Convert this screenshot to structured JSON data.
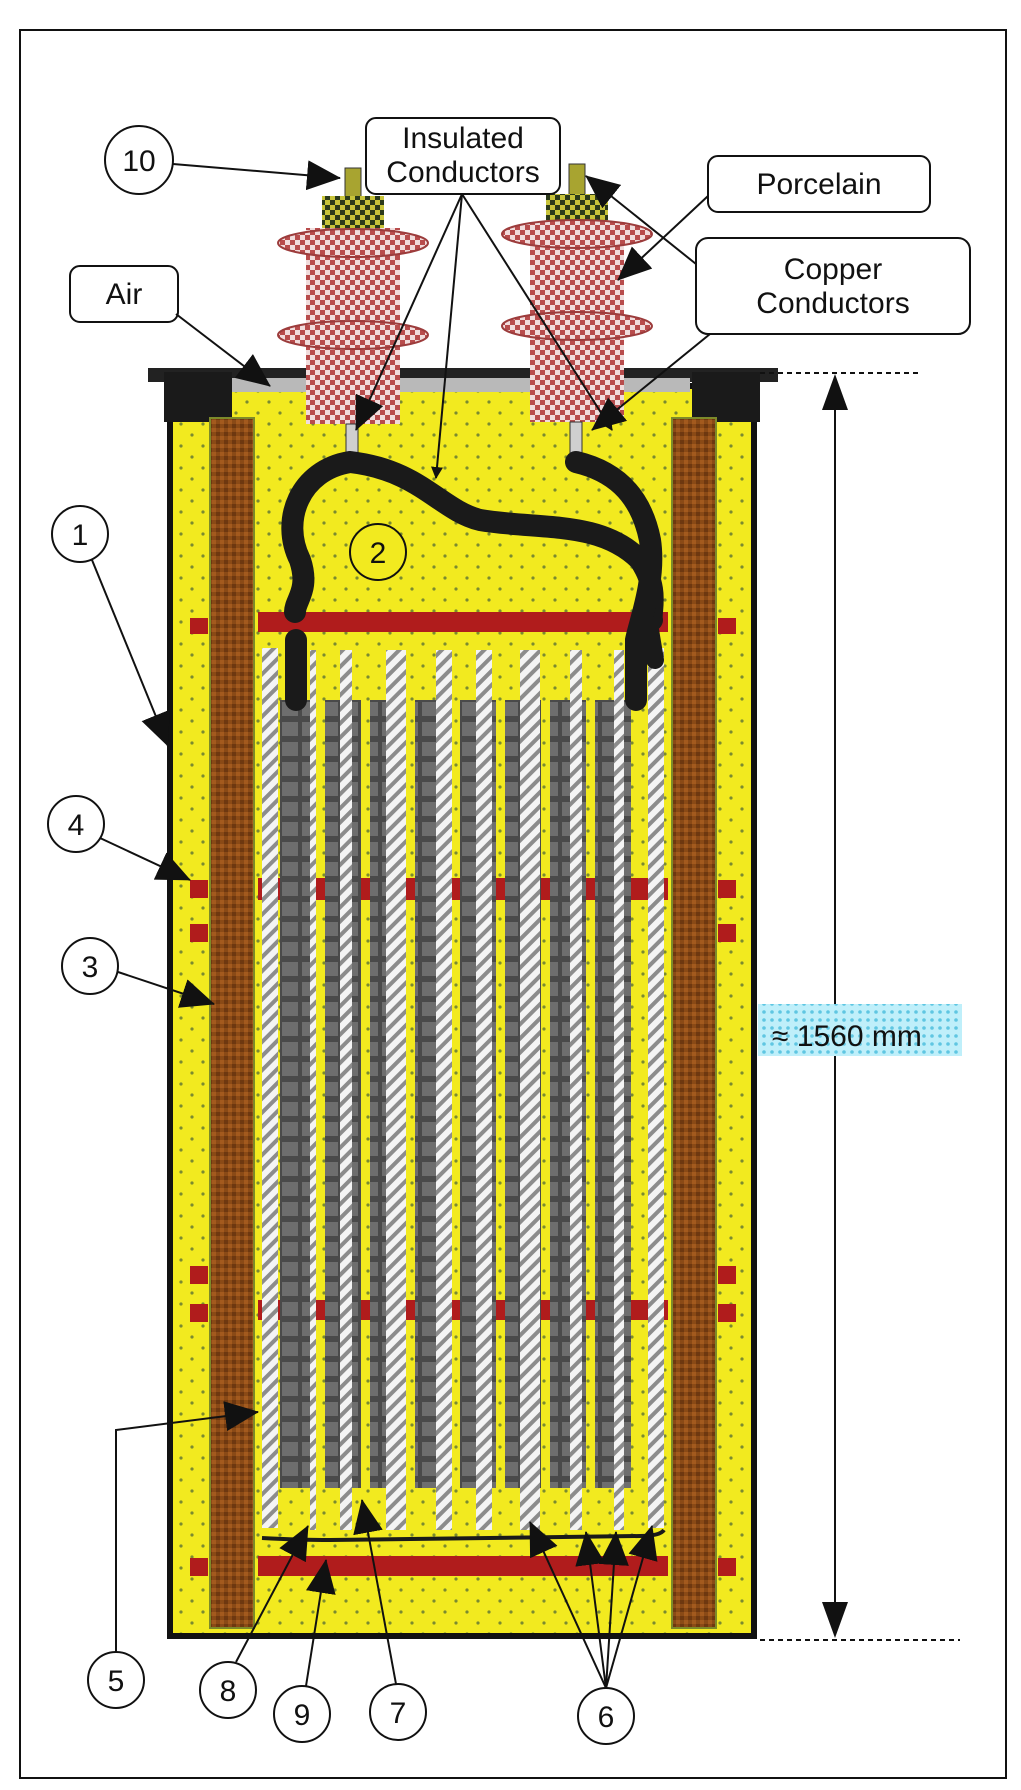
{
  "labels": {
    "insulated_conductors_line1": "Insulated",
    "insulated_conductors_line2": "Conductors",
    "porcelain": "Porcelain",
    "copper_conductors_line1": "Copper",
    "copper_conductors_line2": "Conductors",
    "air": "Air",
    "dimension": "≈ 1560 mm"
  },
  "callouts": {
    "n1": "1",
    "n2": "2",
    "n3": "3",
    "n4": "4",
    "n5": "5",
    "n6": "6",
    "n7": "7",
    "n8": "8",
    "n9": "9",
    "n10": "10"
  },
  "colors": {
    "oil_fill": "#f2ea1f",
    "tank_wall": "#111111",
    "spacer_bar": "#b01c1c",
    "support_column": "#8a4a16",
    "bushing_porcelain": "#c97a7a",
    "cable": "#1a1a1a",
    "dimension_box": "#9fe0f0"
  }
}
